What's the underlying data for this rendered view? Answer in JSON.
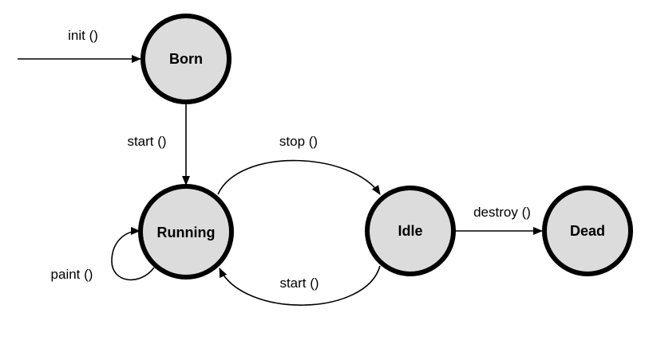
{
  "states": {
    "born": "Born",
    "running": "Running",
    "idle": "Idle",
    "dead": "Dead"
  },
  "transitions": {
    "init": "init ()",
    "start_born_running": "start ()",
    "stop": "stop ()",
    "start_idle_running": "start ()",
    "destroy": "destroy ()",
    "paint": "paint ()"
  }
}
